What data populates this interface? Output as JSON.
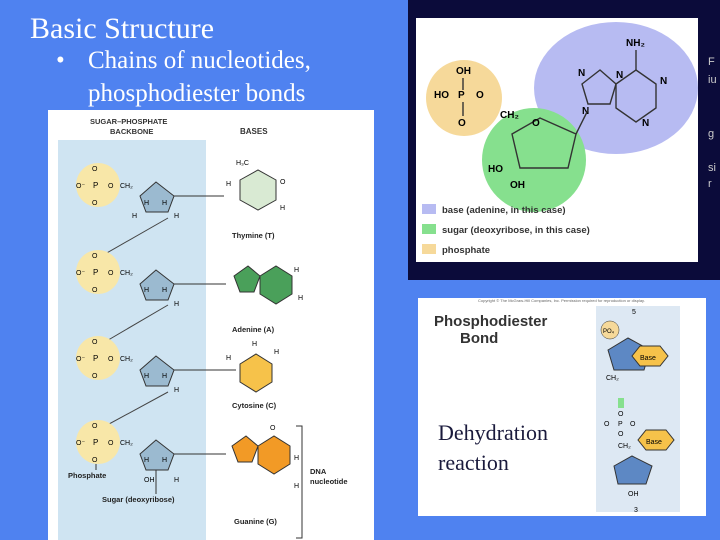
{
  "slide": {
    "title": "Basic Structure",
    "bullet_symbol": "•",
    "bullet_text": "Chains of nucleotides, phosphodiester bonds"
  },
  "figure_backbone": {
    "header_backbone_line1": "SUGAR–PHOSPHATE",
    "header_backbone_line2": "BACKBONE",
    "header_bases": "BASES",
    "phosphate_atoms": {
      "p": "P",
      "o": "O",
      "o_minus": "O⁻"
    },
    "sugar_h": "H",
    "sugar_ch2": "CH₂",
    "sugar_oh": "OH",
    "thymine_methyl": "H₃C",
    "base_labels": [
      "Thymine (T)",
      "Adenine (A)",
      "Cytosine (C)",
      "Guanine (G)"
    ],
    "label_phosphate": "Phosphate",
    "label_sugar": "Sugar (deoxyribose)",
    "label_dna_nucleotide_line1": "DNA",
    "label_dna_nucleotide_line2": "nucleotide",
    "colors": {
      "thymine": "#d9ead3",
      "adenine": "#4aa05a",
      "cytosine": "#f6c24a",
      "guanine": "#f29a26",
      "phosphate": "#f8e7a8",
      "sugar": "#9bbad0"
    }
  },
  "figure_nucleotide": {
    "amine": "NH₂",
    "n": "N",
    "o": "O",
    "oh": "OH",
    "ho": "HO",
    "p": "P",
    "ch2": "CH₂",
    "legend": [
      {
        "label": "base (adenine, in this case)",
        "color": "#b7bbf2"
      },
      {
        "label": "sugar (deoxyribose, in this case)",
        "color": "#86e08e"
      },
      {
        "label": "phosphate",
        "color": "#f6d99a"
      }
    ],
    "edge_letters": [
      "F",
      "iu",
      "g",
      "si",
      "r"
    ]
  },
  "figure_phosphodiester": {
    "copyright": "Copyright © The McGraw-Hill Companies, Inc. Permission required for reproduction or display.",
    "title_line1": "Phosphodiester",
    "title_line2": "Bond",
    "num_5": "5",
    "num_3": "3",
    "po4": "PO₄",
    "base": "Base",
    "ch2": "CH₂",
    "o": "O",
    "p": "P",
    "oh": "OH",
    "dehydration_line1": "Dehydration",
    "dehydration_line2": "reaction"
  }
}
